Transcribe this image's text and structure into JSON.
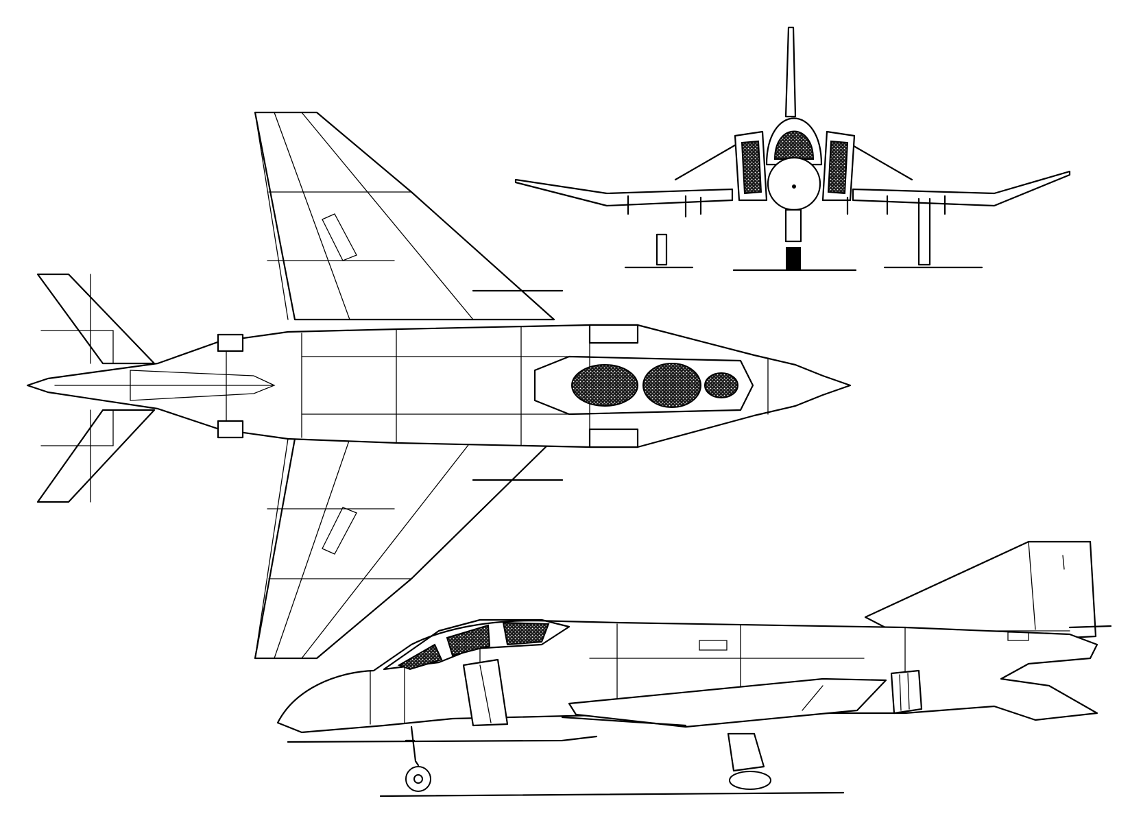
{
  "drawing": {
    "kind": "three-view line drawing",
    "views": [
      "plan",
      "front",
      "side"
    ],
    "colors": {
      "line": "#000000",
      "background": "#ffffff"
    }
  }
}
